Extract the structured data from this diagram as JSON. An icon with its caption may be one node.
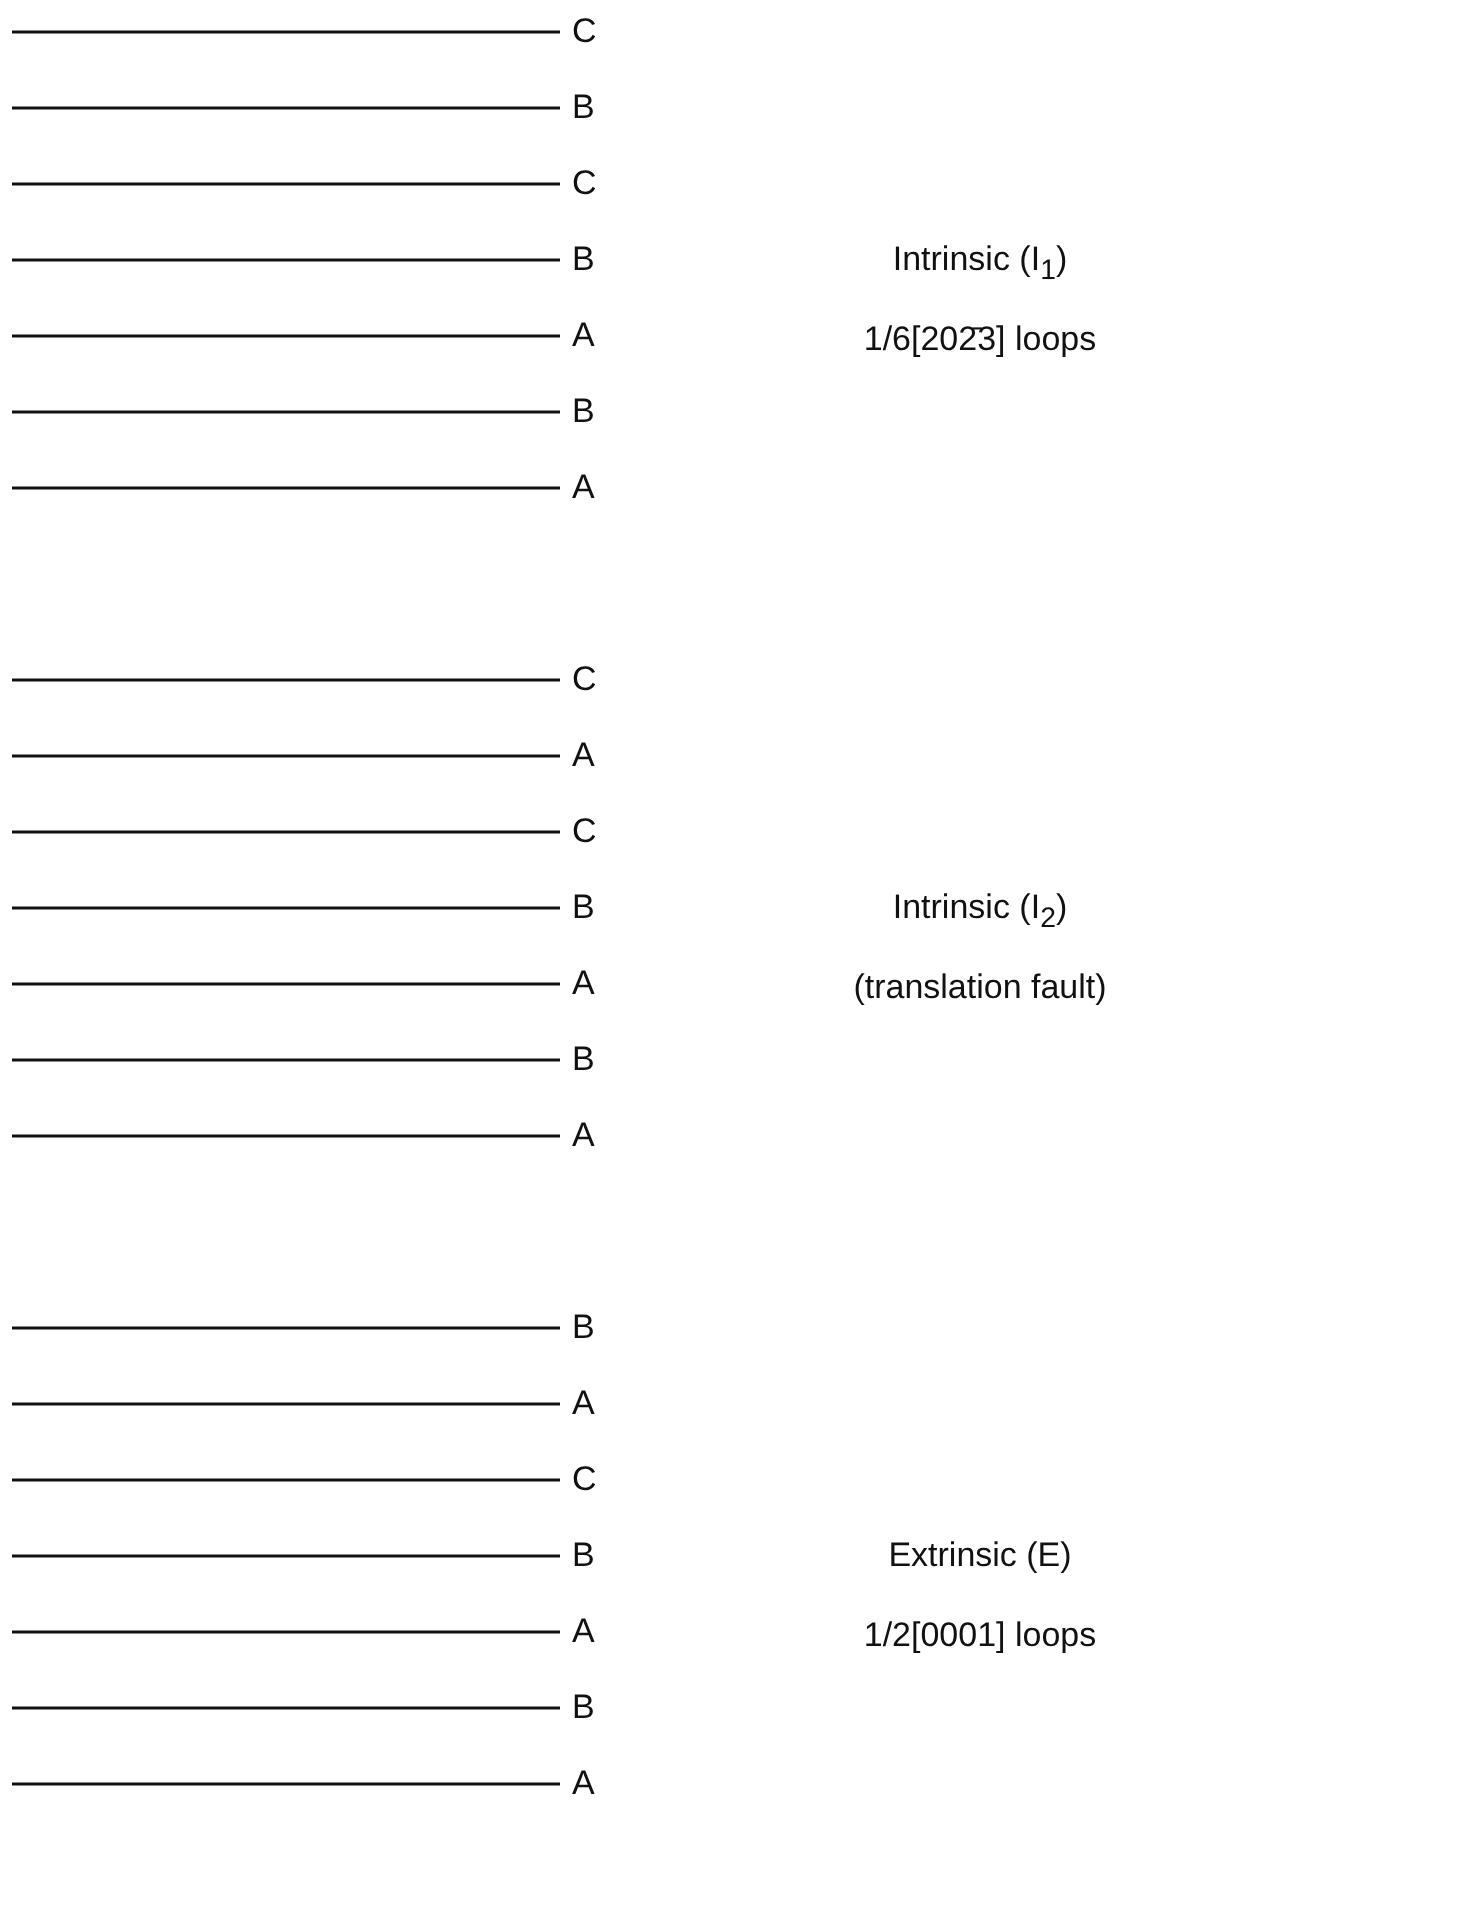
{
  "diagram": {
    "labels": [
      "C",
      "B",
      "C",
      "B",
      "Intrinsic (I$_{1}$)",
      "A",
      "1/6[202̄3] loops",
      "B",
      "A",
      "C",
      "A",
      "C",
      "B",
      "Intrinsic (I$_{2}$)",
      "A",
      "(translation fault)",
      "B",
      "A",
      "B",
      "A",
      "C",
      "B",
      "Extrinsic (E)",
      "A",
      "1/2[0001] loops",
      "B",
      "A"
    ]
  }
}
